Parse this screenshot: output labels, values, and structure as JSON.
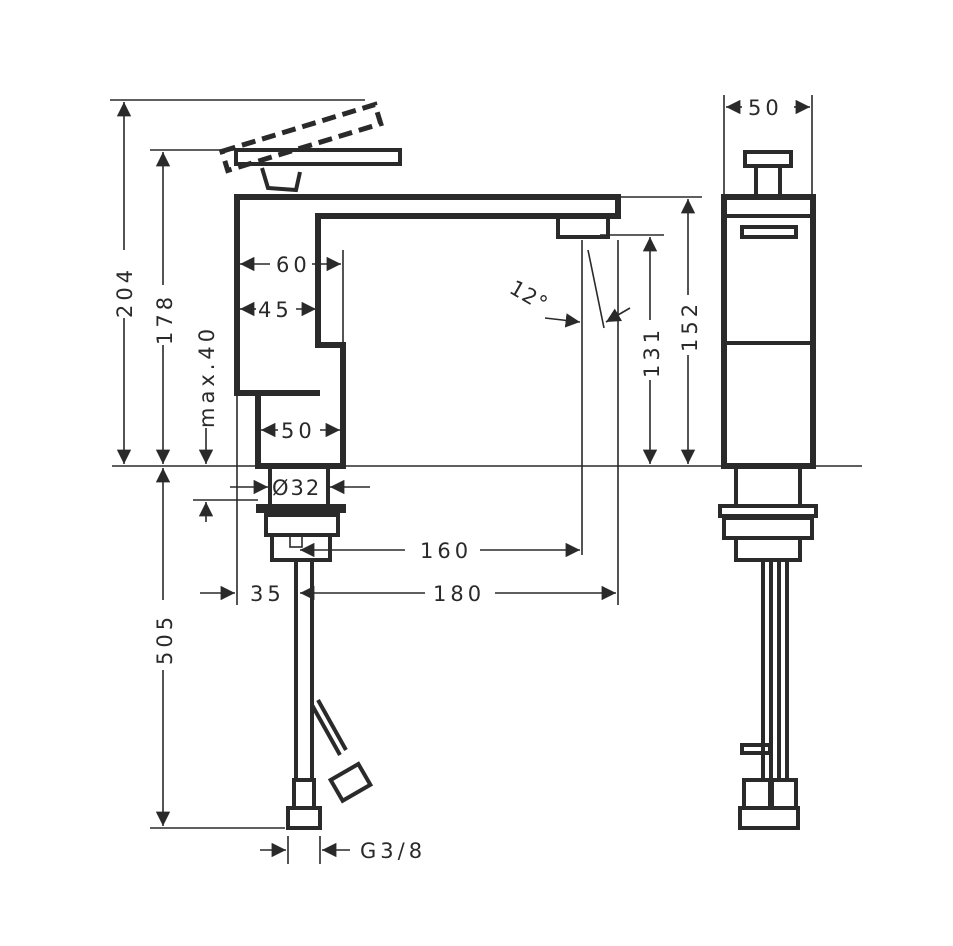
{
  "drawing": {
    "title": "Basin mixer dimension drawing",
    "dimensions": {
      "total_height": "204",
      "lever_height": "178",
      "max_counter_thickness": "max.40",
      "body_depth": "60",
      "spout_depth": "45",
      "base_width": "50",
      "shank_diameter": "Ø32",
      "spout_angle": "12°",
      "outlet_height": "131",
      "spout_height": "152",
      "projection_160": "160",
      "projection_180": "180",
      "offset": "35",
      "hose_length": "505",
      "connection": "G3/8",
      "side_width": "50"
    }
  }
}
